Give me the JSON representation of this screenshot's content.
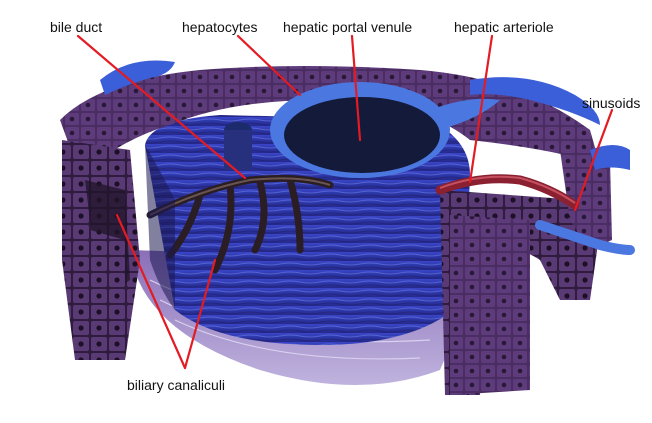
{
  "labels": {
    "bile_duct": "bile duct",
    "hepatocytes": "hepatocytes",
    "hepatic_portal_venule": "hepatic portal venule",
    "hepatic_arteriole": "hepatic arteriole",
    "sinusoids": "sinusoids",
    "biliary_canaliculi": "biliary canaliculi"
  },
  "colors": {
    "leader_line": "#e31b23",
    "hepatocyte_purple": "#4b2a63",
    "venule_blue": "#2c3fb8",
    "arteriole_red": "#8a2030",
    "duct_dark": "#2a1e24"
  }
}
